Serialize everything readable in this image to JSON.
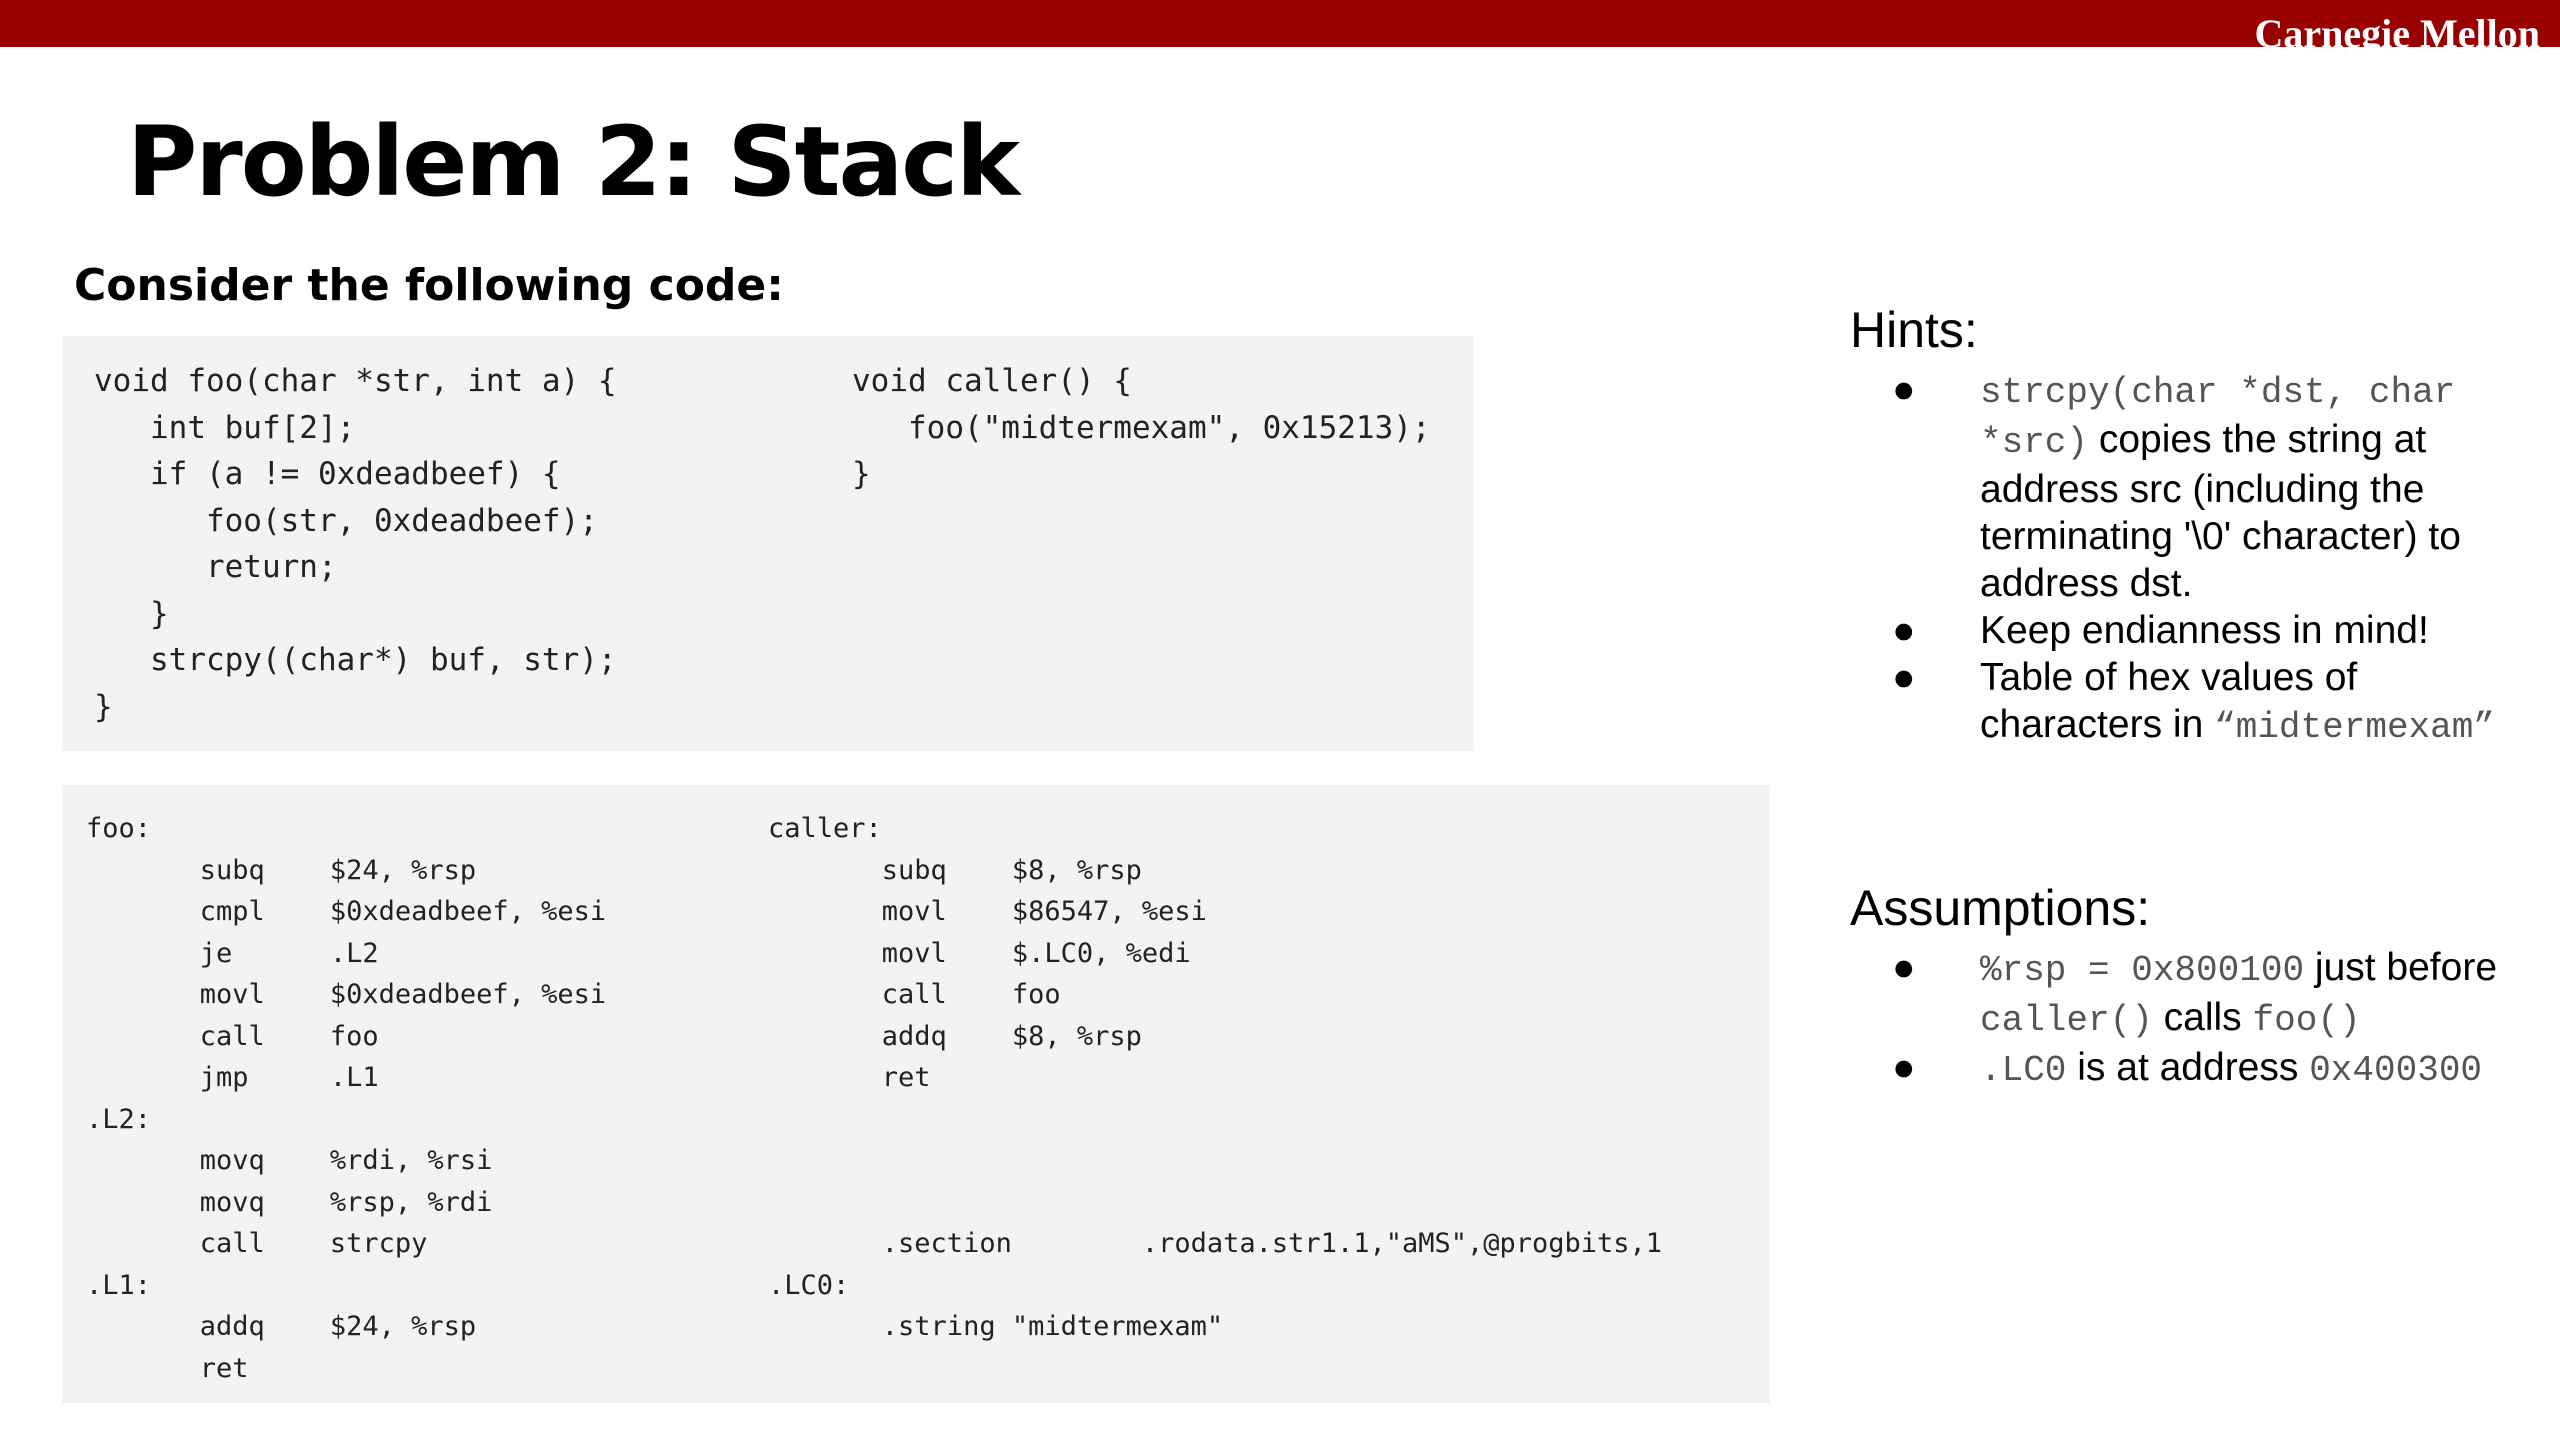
{
  "header": {
    "brand": "Carnegie Mellon"
  },
  "slide": {
    "title": "Problem 2: Stack",
    "subtitle": "Consider the following code:"
  },
  "c_code": {
    "foo": "void foo(char *str, int a) {\n   int buf[2];\n   if (a != 0xdeadbeef) {\n      foo(str, 0xdeadbeef);\n      return;\n   }\n   strcpy((char*) buf, str);\n}",
    "caller": "void caller() {\n   foo(\"midtermexam\", 0x15213);\n}"
  },
  "asm_code": {
    "foo": "foo:\n       subq    $24, %rsp\n       cmpl    $0xdeadbeef, %esi\n       je      .L2\n       movl    $0xdeadbeef, %esi\n       call    foo\n       jmp     .L1\n.L2:\n       movq    %rdi, %rsi\n       movq    %rsp, %rdi\n       call    strcpy\n.L1:\n       addq    $24, %rsp\n       ret",
    "caller": "caller:\n       subq    $8, %rsp\n       movl    $86547, %esi\n       movl    $.LC0, %edi\n       call    foo\n       addq    $8, %rsp\n       ret\n\n\n\n       .section        .rodata.str1.1,\"aMS\",@progbits,1\n.LC0:\n       .string \"midtermexam\""
  },
  "hints": {
    "heading": "Hints:",
    "bullet": "●",
    "item1": {
      "code": "strcpy(char *dst, char *src)",
      "text": " copies the string at address src (including the terminating '\\0' character) to address dst."
    },
    "item2": {
      "text": "Keep endianness in mind!"
    },
    "item3": {
      "text": "Table of hex values of characters in ",
      "code": "“midtermexam”"
    }
  },
  "assumptions": {
    "heading": "Assumptions:",
    "item1": {
      "code1": "%rsp = 0x800100",
      "text1": " just before ",
      "code2": "caller()",
      "text2": " calls ",
      "code3": "foo()"
    },
    "item2": {
      "code1": ".LC0",
      "text1": " is at address ",
      "code2": "0x400300"
    }
  }
}
